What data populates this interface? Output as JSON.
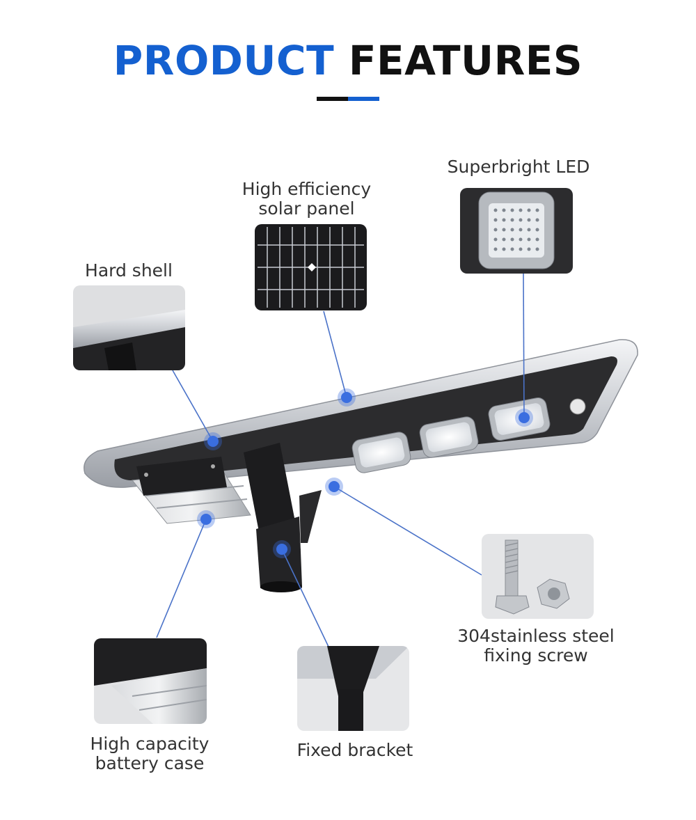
{
  "header": {
    "title_word_1": "PRODUCT",
    "title_word_2": "FEATURES"
  },
  "colors": {
    "accent": "#1460d0",
    "callout_line": "#4a72c8",
    "callout_dot": "#3a6ee0",
    "lamp_body": "#2a2a2a",
    "frame": "#c8ccd2"
  },
  "features": [
    {
      "id": "hard-shell",
      "label_lines": [
        "Hard shell"
      ]
    },
    {
      "id": "solar-panel",
      "label_lines": [
        "High efficiency",
        "solar panel"
      ]
    },
    {
      "id": "led",
      "label_lines": [
        "Superbright LED"
      ]
    },
    {
      "id": "screw",
      "label_lines": [
        "304stainless steel",
        "fixing screw"
      ]
    },
    {
      "id": "battery",
      "label_lines": [
        "High capacity",
        "battery case"
      ]
    },
    {
      "id": "bracket",
      "label_lines": [
        "Fixed bracket"
      ]
    }
  ]
}
